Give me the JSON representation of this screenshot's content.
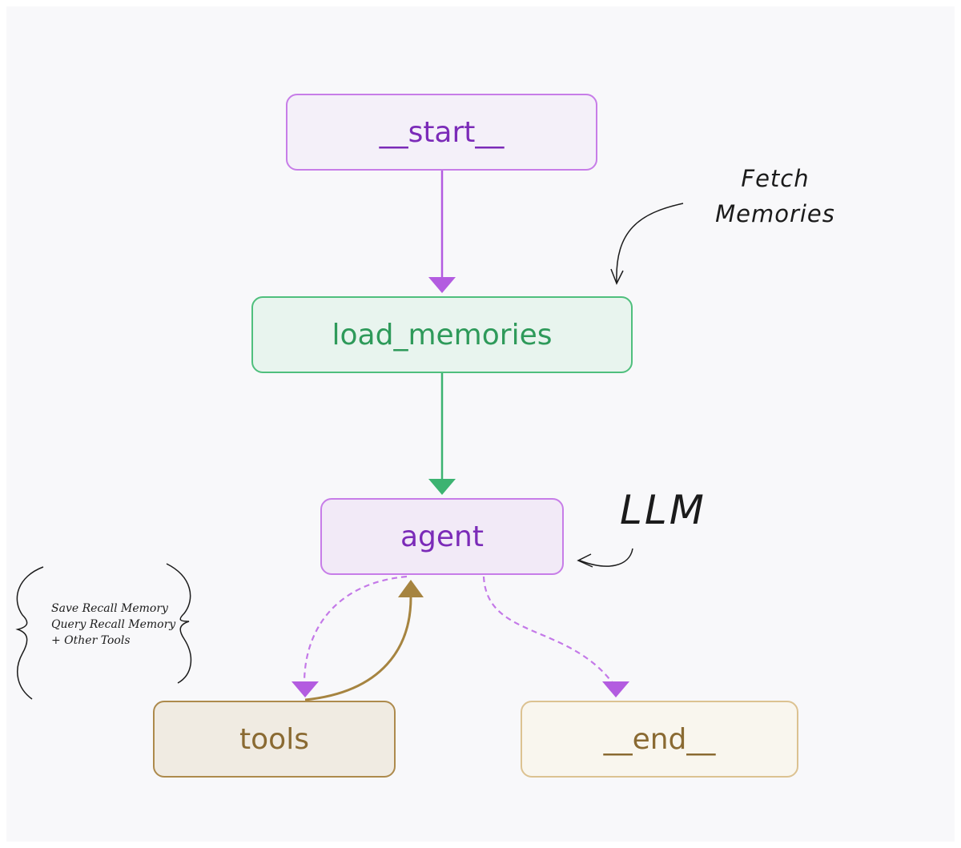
{
  "graph": {
    "nodes": [
      {
        "id": "start",
        "label": "__start__",
        "text_color": "#7b2bb8",
        "border_color": "#c77de8",
        "fill_color": "#f4f0f9"
      },
      {
        "id": "load_memories",
        "label": "load_memories",
        "text_color": "#2e9a5a",
        "border_color": "#4fbf7d",
        "fill_color": "#e8f4ee"
      },
      {
        "id": "agent",
        "label": "agent",
        "text_color": "#7b2bb8",
        "border_color": "#c77de8",
        "fill_color": "#f2eaf7"
      },
      {
        "id": "tools",
        "label": "tools",
        "text_color": "#8a6a32",
        "border_color": "#ad8a4c",
        "fill_color": "#f0ebe2"
      },
      {
        "id": "end",
        "label": "__end__",
        "text_color": "#8a6a32",
        "border_color": "#dcc291",
        "fill_color": "#f9f6ee"
      }
    ],
    "edges": [
      {
        "from": "__start__",
        "to": "load_memories",
        "style": "solid",
        "color": "#b35ce0"
      },
      {
        "from": "load_memories",
        "to": "agent",
        "style": "solid",
        "color": "#3cb371"
      },
      {
        "from": "agent",
        "to": "tools",
        "style": "dashed",
        "color": "#c479e8"
      },
      {
        "from": "tools",
        "to": "agent",
        "style": "solid",
        "color": "#a68440"
      },
      {
        "from": "agent",
        "to": "__end__",
        "style": "dashed",
        "color": "#c479e8"
      }
    ]
  },
  "annotations": {
    "fetch_memories": "Fetch\nMemories",
    "llm": "LLM",
    "tools_note": "Save Recall Memory\nQuery Recall Memory\n+ Other Tools"
  }
}
